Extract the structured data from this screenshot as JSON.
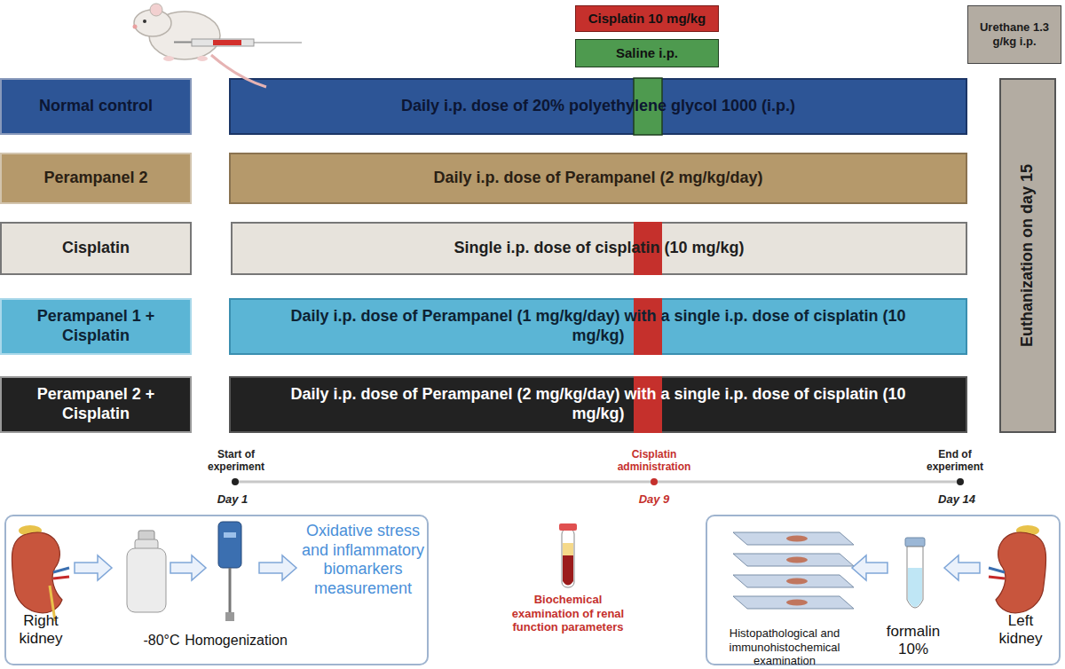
{
  "diagram": {
    "nodes": [
      {
        "text": [
          "Cisplatin 10 mg/kg"
        ]
      },
      {
        "text": [
          "Saline i.p."
        ]
      },
      {
        "text": [
          "Urethane 1.3 g/kg i.p."
        ]
      },
      {
        "text": [
          "Normal control"
        ]
      },
      {
        "text": [
          "Daily i.p. dose of 20% polyethylene glycol 1000 (i.p.)"
        ]
      },
      {
        "text": [
          "Perampanel 2"
        ]
      },
      {
        "text": [
          "Daily i.p. dose of Perampanel (2 mg/kg/day)"
        ]
      },
      {
        "text": [
          "Cisplatin"
        ]
      },
      {
        "text": [
          "Single i.p. dose of cisplatin (10 mg/kg)"
        ]
      },
      {
        "text": [
          "Perampanel 1 + Cisplatin"
        ]
      },
      {
        "text": [
          "Daily i.p. dose of Perampanel (1 mg/kg/day) with a single i.p. dose of cisplatin (10 mg/kg)"
        ]
      },
      {
        "text": [
          "Perampanel 2 + Cisplatin"
        ]
      },
      {
        "text": [
          "Daily i.p. dose of Perampanel (2 mg/kg/day) with a single i.p. dose of cisplatin (10 mg/kg)"
        ]
      },
      {
        "text": [
          "Euthanization on day 15"
        ]
      },
      {
        "text": [
          "Right kidney",
          "-80°C",
          "Homogenization",
          "Oxidative stress and inflammatory biomarkers measurement"
        ]
      },
      {
        "text": [
          "Histopathological and immunohistochemical examination",
          "formalin 10%",
          "Left kidney"
        ]
      }
    ],
    "labels": [
      "Start of experiment",
      "Day 1",
      "Cisplatin administration",
      "Day 9",
      "End of experiment",
      "Day 14",
      "Biochemical examination of renal function parameters"
    ]
  }
}
